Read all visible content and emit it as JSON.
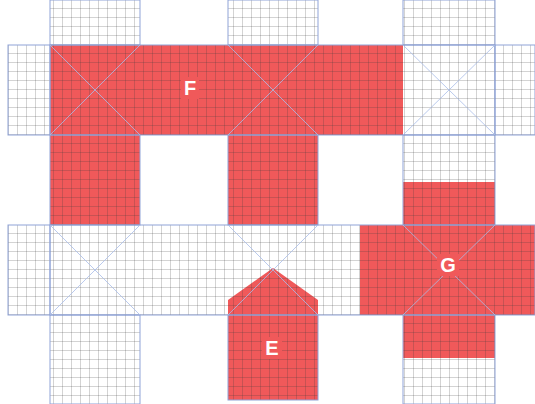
{
  "diagram": {
    "nodes": [
      {
        "text": [
          "F"
        ]
      },
      {
        "text": [
          "G"
        ]
      },
      {
        "text": [
          "E"
        ]
      }
    ]
  }
}
